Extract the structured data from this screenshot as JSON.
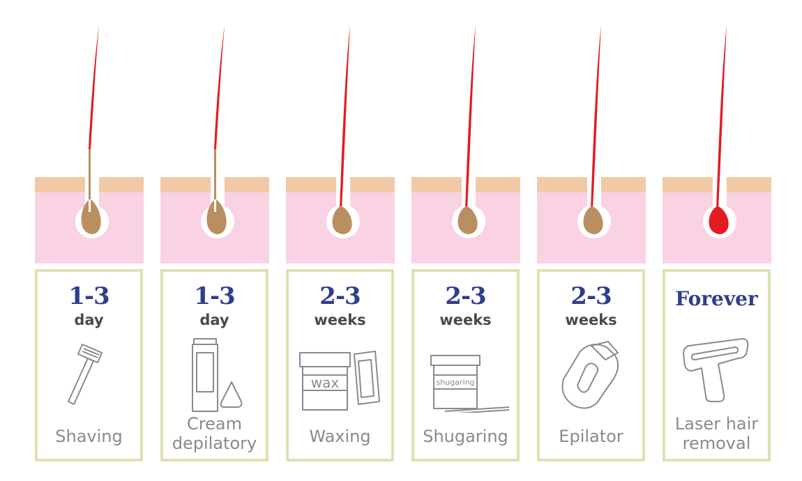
{
  "colors": {
    "hair_red": "#e31b23",
    "hair_root": "#b98f62",
    "skin_top": "#f2c9a6",
    "skin_body": "#f9d3e3",
    "card_border": "#e2dfb2",
    "title_blue": "#2f3e8c",
    "unit_gray": "#4a4a4a",
    "label_gray": "#8a8a8a"
  },
  "methods": [
    {
      "duration": "1-3",
      "unit": "day",
      "label": "Shaving",
      "icon": "razor-icon"
    },
    {
      "duration": "1-3",
      "unit": "day",
      "label": "Cream depilatory",
      "label_lines": [
        "Cream",
        "depilatory"
      ],
      "icon": "cream-tube-icon"
    },
    {
      "duration": "2-3",
      "unit": "weeks",
      "label": "Waxing",
      "icon": "wax-jar-icon",
      "tool_text": "wax"
    },
    {
      "duration": "2-3",
      "unit": "weeks",
      "label": "Shugaring",
      "icon": "sugar-paste-jar-icon",
      "tool_text": "shugaring"
    },
    {
      "duration": "2-3",
      "unit": "weeks",
      "label": "Epilator",
      "icon": "epilator-icon"
    },
    {
      "duration": "Forever",
      "unit": "",
      "label": "Laser hair removal",
      "label_lines": [
        "Laser hair",
        "removal"
      ],
      "icon": "laser-device-icon"
    }
  ]
}
